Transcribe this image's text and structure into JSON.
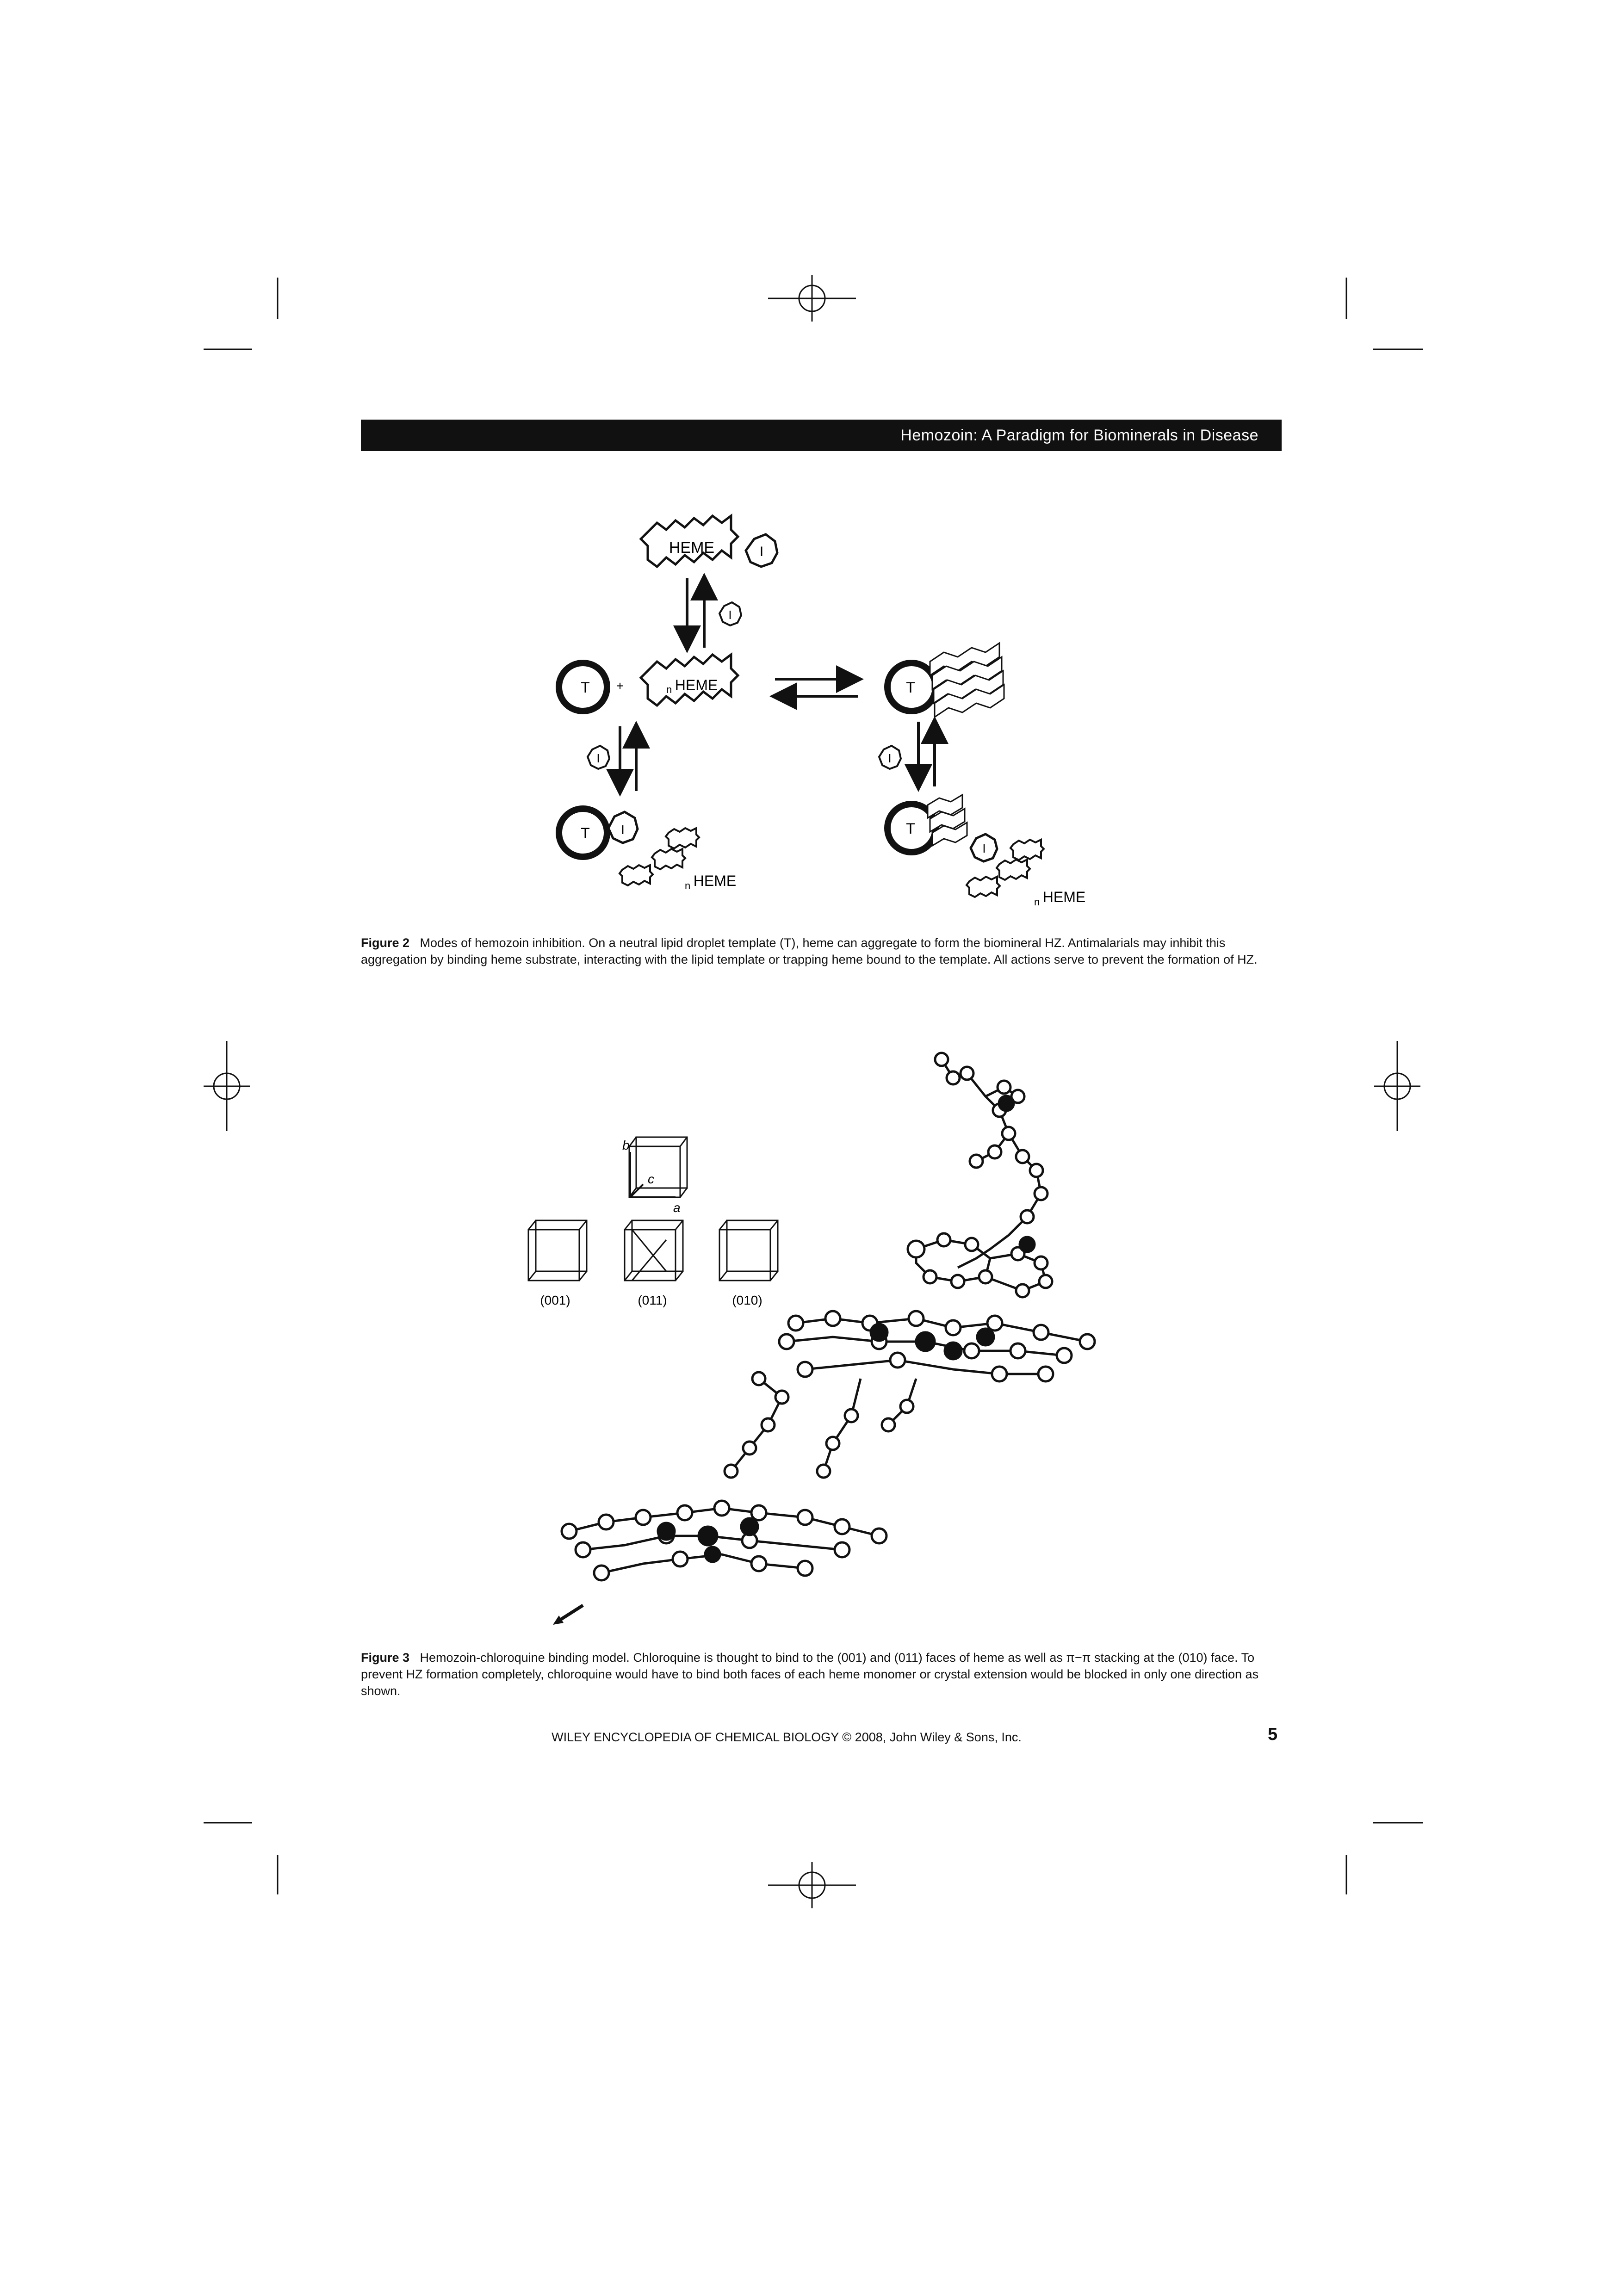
{
  "header": {
    "title": "Hemozoin: A Paradigm for Biominerals in Disease"
  },
  "figure2": {
    "labels": {
      "heme": "HEME",
      "n_heme": "HEME",
      "n": "n",
      "template": "T",
      "inhibitor": "I",
      "plus": "+"
    },
    "caption_label": "Figure 2",
    "caption_text": "Modes of hemozoin inhibition. On a neutral lipid droplet template (T), heme can aggregate to form the biomineral HZ. Antimalarials may inhibit this aggregation by binding heme substrate, interacting with the lipid template or trapping heme bound to the template. All actions serve to prevent the formation of HZ."
  },
  "figure3": {
    "axes": {
      "a": "a",
      "b": "b",
      "c": "c"
    },
    "faces": [
      "(001)",
      "(011)",
      "(010)"
    ],
    "caption_label": "Figure 3",
    "caption_text": "Hemozoin-chloroquine binding model. Chloroquine is thought to bind to the (001) and (011) faces of heme as well as π−π stacking at the (010) face. To prevent HZ formation completely, chloroquine would have to bind both faces of each heme monomer or crystal extension would be blocked in only one direction as shown."
  },
  "footer": {
    "text": "WILEY ENCYCLOPEDIA OF CHEMICAL BIOLOGY © 2008, John Wiley & Sons, Inc.",
    "page_number": "5"
  }
}
